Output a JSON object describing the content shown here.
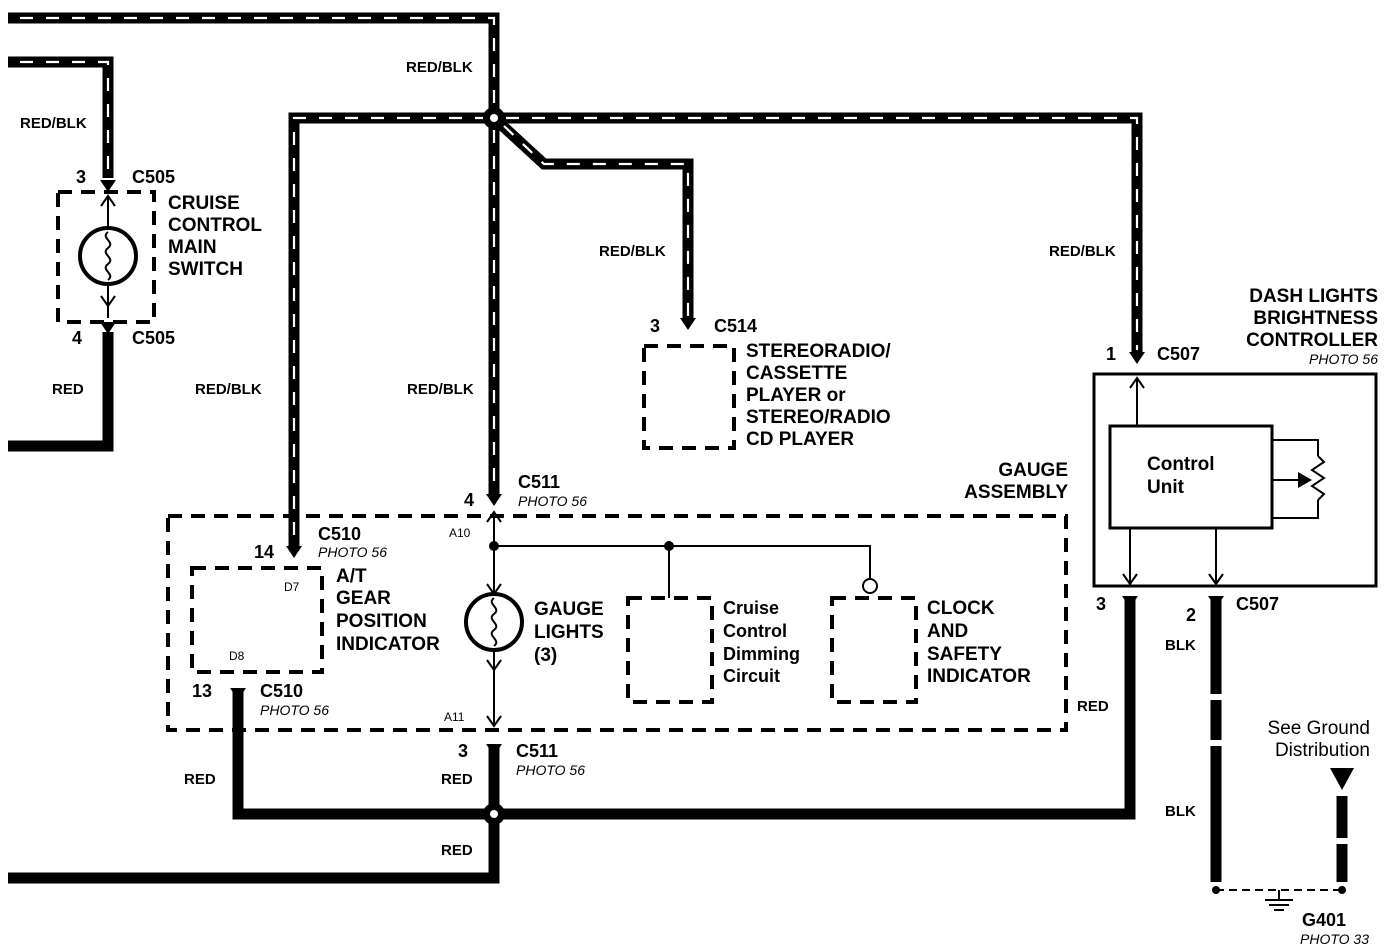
{
  "wire_colors": {
    "red_blk": "RED/BLK",
    "red": "RED",
    "blk": "BLK"
  },
  "components": {
    "cruise_switch": {
      "lines": [
        "CRUISE",
        "CONTROL",
        "MAIN",
        "SWITCH"
      ]
    },
    "stereo": {
      "lines": [
        "STEREORADIO/",
        "CASSETTE",
        "PLAYER or",
        "STEREO/RADIO",
        "CD PLAYER"
      ]
    },
    "dash_controller": {
      "lines": [
        "DASH LIGHTS",
        "BRIGHTNESS",
        "CONTROLLER"
      ],
      "photo": "PHOTO 56"
    },
    "control_unit": {
      "lines": [
        "Control",
        "Unit"
      ]
    },
    "gauge_assembly": {
      "lines": [
        "GAUGE",
        "ASSEMBLY"
      ]
    },
    "gear_indicator": {
      "lines": [
        "A/T",
        "GEAR",
        "POSITION",
        "INDICATOR"
      ]
    },
    "gauge_lights": {
      "lines": [
        "GAUGE",
        "LIGHTS",
        "(3)"
      ]
    },
    "cruise_dimming": {
      "lines": [
        "Cruise",
        "Control",
        "Dimming",
        "Circuit"
      ]
    },
    "clock_safety": {
      "lines": [
        "CLOCK",
        "AND",
        "SAFETY",
        "INDICATOR"
      ]
    },
    "ground_note": {
      "lines": [
        "See Ground",
        "Distribution"
      ]
    }
  },
  "connectors": {
    "c505_top": {
      "id": "C505",
      "pin": "3"
    },
    "c505_bottom": {
      "id": "C505",
      "pin": "4"
    },
    "c514": {
      "id": "C514",
      "pin": "3"
    },
    "c507_top": {
      "id": "C507",
      "pin": "1"
    },
    "c507_bottom": {
      "id": "C507",
      "pin_left": "3",
      "pin_right": "2"
    },
    "c511_top": {
      "id": "C511",
      "pin": "4",
      "photo": "PHOTO 56"
    },
    "c511_bottom": {
      "id": "C511",
      "pin": "3",
      "photo": "PHOTO 56"
    },
    "c510_top": {
      "id": "C510",
      "pin": "14",
      "photo": "PHOTO 56"
    },
    "c510_bottom": {
      "id": "C510",
      "pin": "13",
      "photo": "PHOTO 56"
    },
    "g401": {
      "id": "G401",
      "photo": "PHOTO 33"
    }
  },
  "internal_pins": {
    "a10": "A10",
    "a11": "A11",
    "d7": "D7",
    "d8": "D8"
  }
}
